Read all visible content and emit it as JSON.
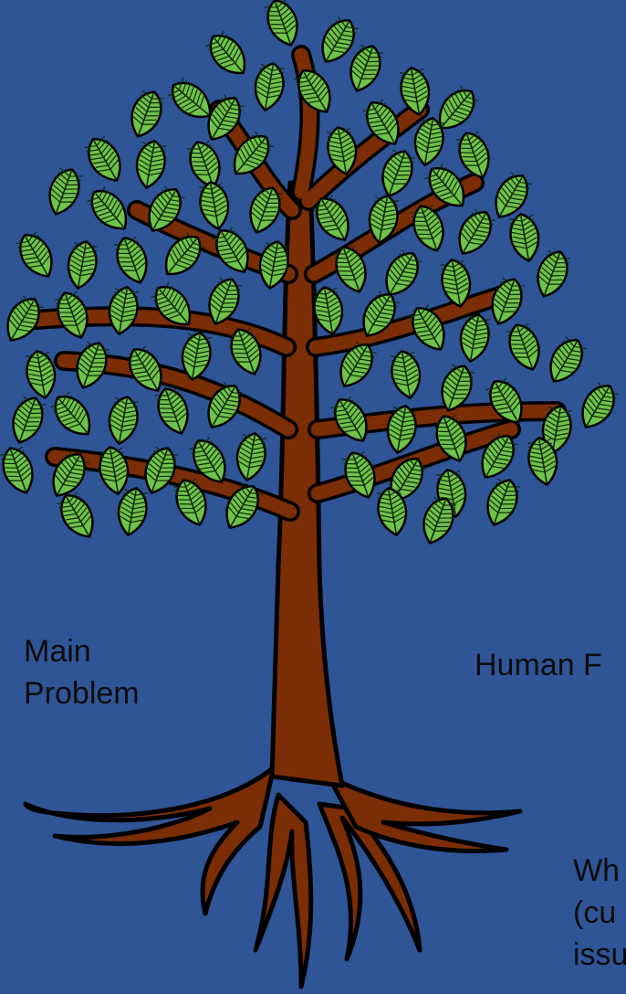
{
  "colors": {
    "background": "#2f5597",
    "trunk": "#7b2d06",
    "outline": "#000000",
    "leaf": "#6fc24a",
    "leaf_vein": "#0f2a0a",
    "text": "#0c0c0c"
  },
  "labels": {
    "main_problem_line1": "Main",
    "main_problem_line2": "Problem",
    "human_label": "Human F",
    "bottom_line1": "Wh",
    "bottom_line2": "(cu",
    "bottom_line3": "issu"
  },
  "icons": {
    "tree": "tree-illustration",
    "leaf": "leaf-icon"
  }
}
